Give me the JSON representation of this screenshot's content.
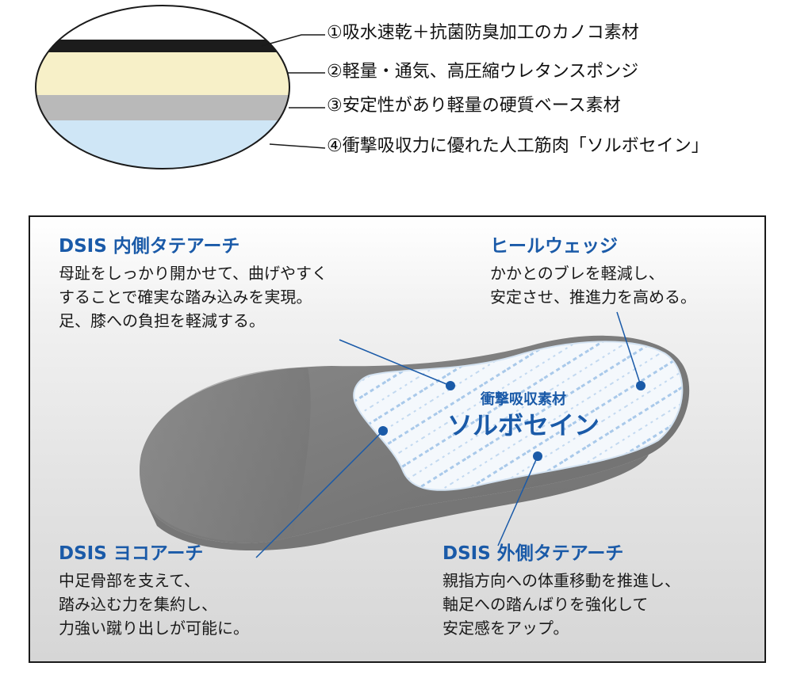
{
  "layers": [
    {
      "label": "①吸水速乾＋抗菌防臭加工のカノコ素材",
      "color": "#1c1c1c"
    },
    {
      "label": "②軽量・通気、高圧縮ウレタンスポンジ",
      "color": "#f7f0c8"
    },
    {
      "label": "③安定性があり軽量の硬質ベース素材",
      "color": "#b9b9b9"
    },
    {
      "label": "④衝撃吸収力に優れた人工筋肉「ソルボセイン」",
      "color": "#cfe6f6"
    }
  ],
  "accent": "#1a5aa8",
  "material": {
    "caption": "衝撃吸収素材",
    "name": "ソルボセイン"
  },
  "features": {
    "inner_arch": {
      "title": "DSIS 内側タテアーチ",
      "lines": [
        "母趾をしっかり開かせて、曲げやすく",
        "することで確実な踏み込みを実現。",
        "足、膝への負担を軽減する。"
      ]
    },
    "heel_wedge": {
      "title": "ヒールウェッジ",
      "lines": [
        "かかとのブレを軽減し、",
        "安定させ、推進力を高める。"
      ]
    },
    "transverse_arch": {
      "title": "DSIS ヨコアーチ",
      "lines": [
        "中足骨部を支えて、",
        "踏み込む力を集約し、",
        "力強い蹴り出しが可能に。"
      ]
    },
    "outer_arch": {
      "title": "DSIS 外側タテアーチ",
      "lines": [
        "親指方向への体重移動を推進し、",
        "軸足への踏んばりを強化して",
        "安定感をアップ。"
      ]
    }
  }
}
